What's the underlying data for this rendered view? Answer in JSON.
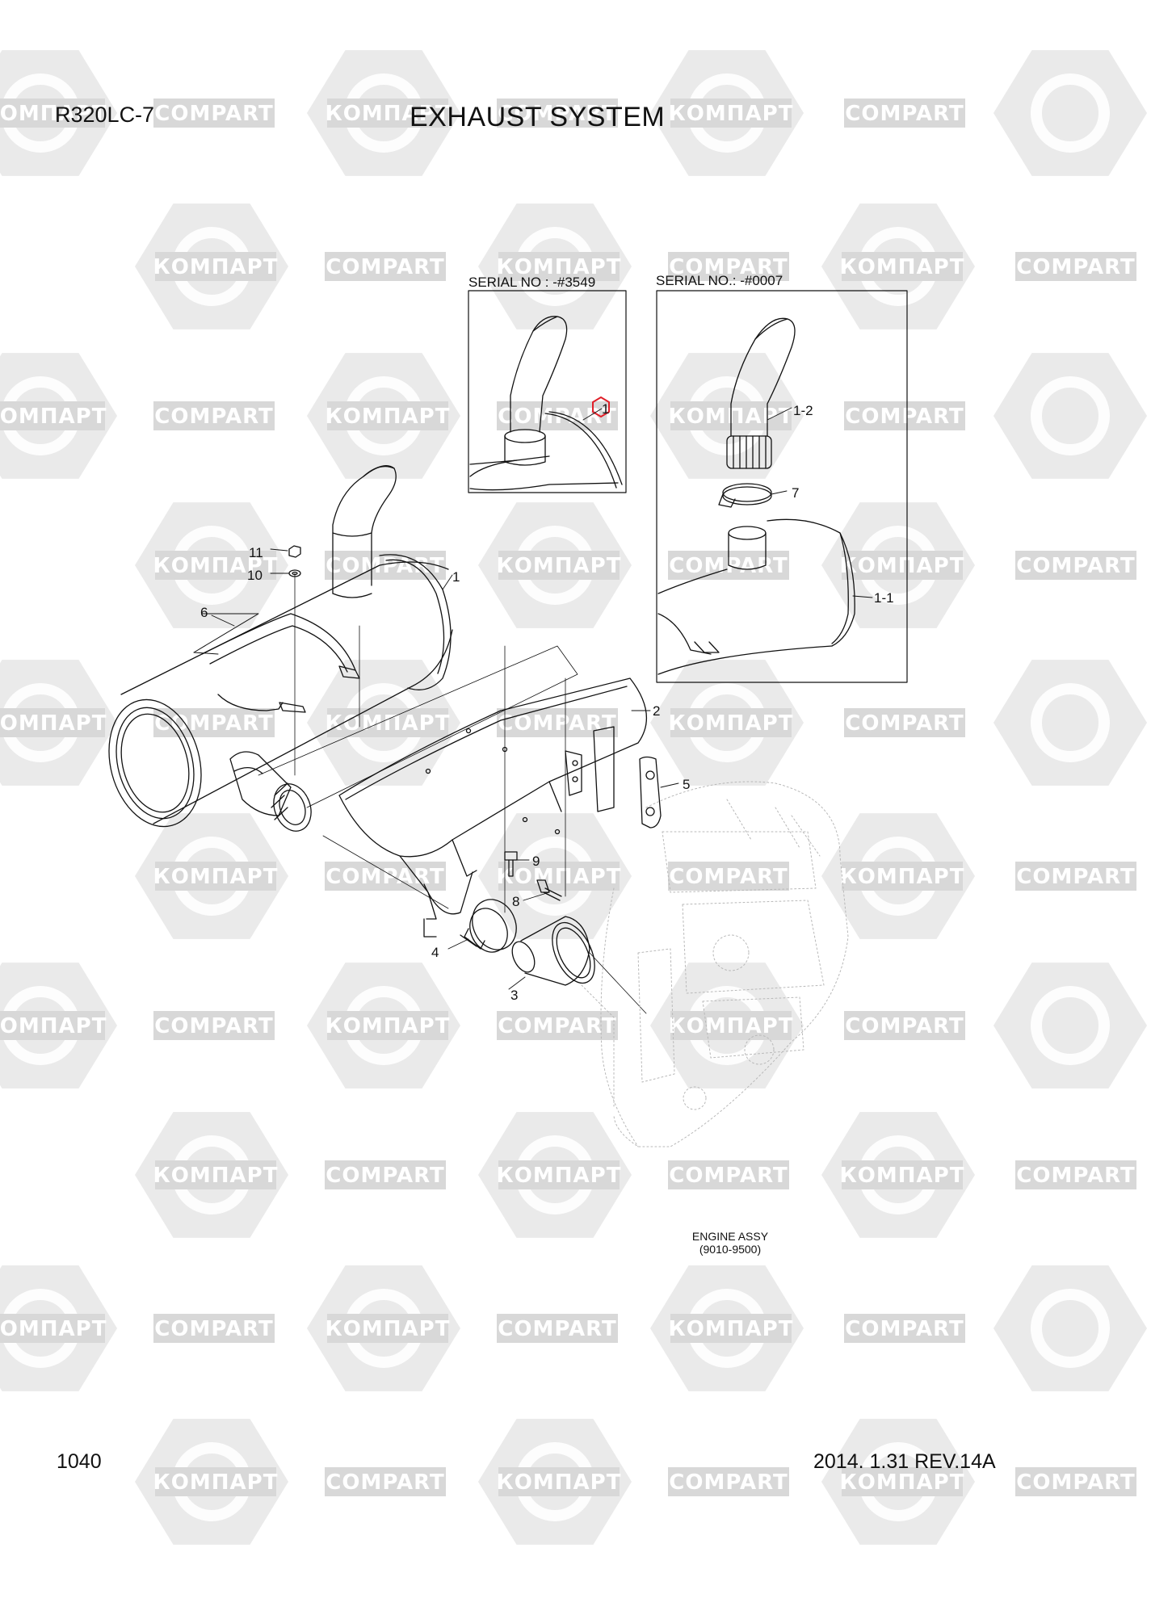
{
  "header": {
    "model": "R320LC-7",
    "title": "EXHAUST SYSTEM"
  },
  "footer": {
    "page_number": "1040",
    "revision_date": "2014. 1.31  REV.14A"
  },
  "insets": [
    {
      "serial": "SERIAL NO : -#3549",
      "callout": "1"
    },
    {
      "serial": "SERIAL NO.: -#0007",
      "callouts": [
        "1-2",
        "7",
        "1-1"
      ]
    }
  ],
  "callouts": {
    "c1": "1",
    "c2": "2",
    "c3": "3",
    "c4": "4",
    "c5": "5",
    "c6": "6",
    "c8": "8",
    "c9": "9",
    "c10": "10",
    "c11": "11"
  },
  "engine_ref": {
    "line1": "ENGINE ASSY",
    "line2": "(9010-9500)"
  },
  "watermark": {
    "texts": [
      "КОМПАРТ",
      "COMPART"
    ],
    "color": "#d8d8d8"
  },
  "colors": {
    "line": "#111111",
    "highlight": "#e0202a",
    "watermark": "#d8d8d8",
    "engine_ghost": "#b8b8b8"
  }
}
